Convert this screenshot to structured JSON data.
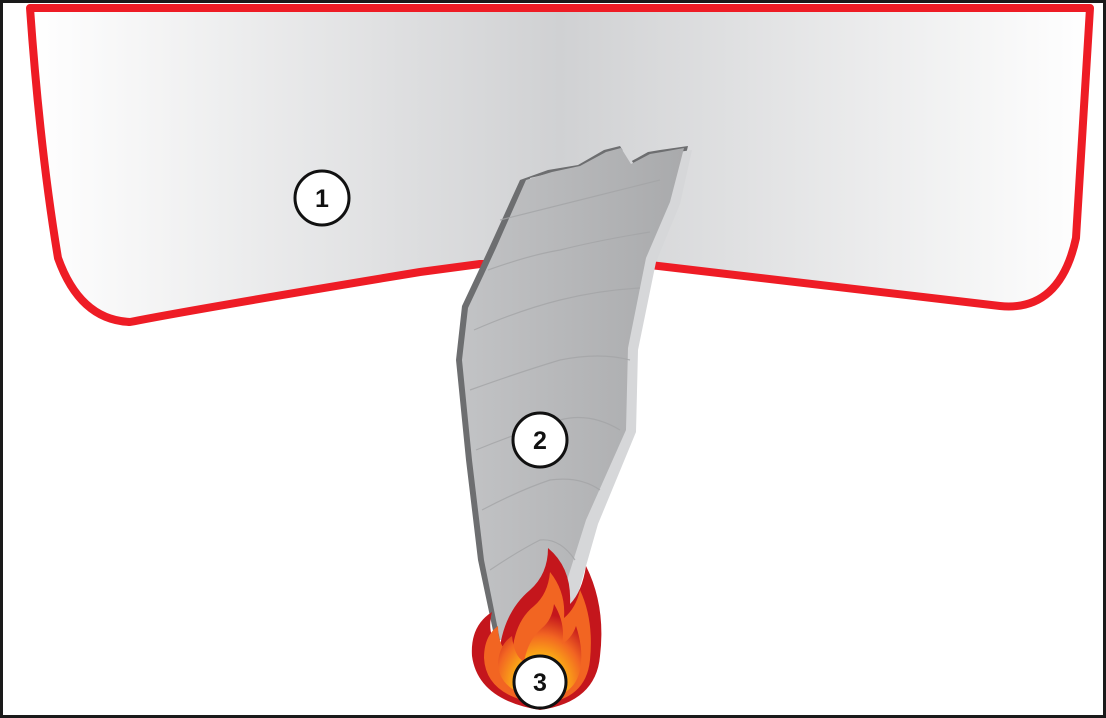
{
  "callouts": [
    {
      "label": "1",
      "meaning": "hood"
    },
    {
      "label": "2",
      "meaning": "smoke"
    },
    {
      "label": "3",
      "meaning": "fire"
    }
  ],
  "colors": {
    "frame": "#1a1a1a",
    "hood_outline": "#ee1c25",
    "hood_fill_light": "#ffffff",
    "hood_fill_mid": "#d0d1d3",
    "smoke_fill": "#b8b9bb",
    "smoke_shadow": "#6d6e70",
    "flame_outer": "#c4161c",
    "flame_mid": "#f26522",
    "flame_inner": "#fdb913"
  }
}
